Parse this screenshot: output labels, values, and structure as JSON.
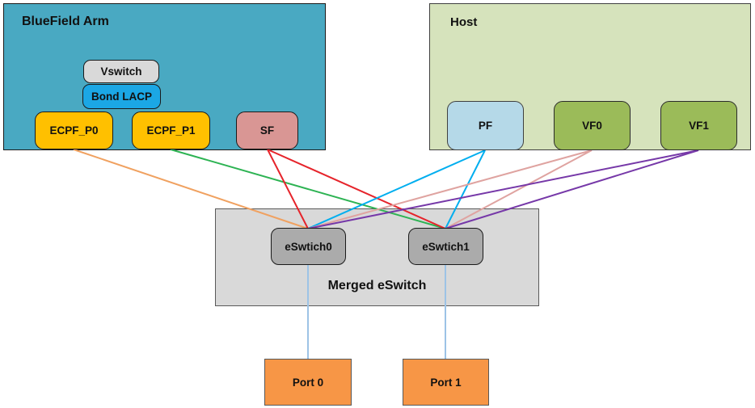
{
  "bluefield": {
    "title": "BlueField Arm"
  },
  "host": {
    "title": "Host"
  },
  "merged": {
    "title": "Merged eSwitch"
  },
  "nodes": {
    "vswitch": "Vswitch",
    "bond_lacp": "Bond LACP",
    "ecpf_p0": "ECPF_P0",
    "ecpf_p1": "ECPF_P1",
    "sf": "SF",
    "pf": "PF",
    "vf0": "VF0",
    "vf1": "VF1",
    "eswitch0": "eSwtich0",
    "eswitch1": "eSwtich1",
    "port0": "Port 0",
    "port1": "Port 1"
  },
  "colors": {
    "bluefield_fill": "#49A9C2",
    "host_fill": "#D6E3BC",
    "merged_fill": "#D9D9D9",
    "vswitch_fill": "#D9D9D9",
    "bond_lacp_fill": "#1BA7E5",
    "ecpf_fill": "#FFC000",
    "sf_fill": "#D99694",
    "pf_fill": "#B5D9E8",
    "vf_fill": "#9BBB59",
    "eswitch_fill": "#ABABAB",
    "port_fill": "#F79646",
    "edge_orange": "#F0A160",
    "edge_green": "#2DB353",
    "edge_red": "#E6242B",
    "edge_cyan": "#00AEEF",
    "edge_salmon": "#DFA3A0",
    "edge_purple": "#7638A8",
    "edge_portlink": "#9DC3E6"
  },
  "edges": [
    {
      "from": "ecpf_p0",
      "to": "eswitch0",
      "color": "#F0A160"
    },
    {
      "from": "ecpf_p1",
      "to": "eswitch1",
      "color": "#2DB353"
    },
    {
      "from": "sf",
      "to": "eswitch0",
      "color": "#E6242B"
    },
    {
      "from": "sf",
      "to": "eswitch1",
      "color": "#E6242B"
    },
    {
      "from": "pf",
      "to": "eswitch0",
      "color": "#00AEEF"
    },
    {
      "from": "pf",
      "to": "eswitch1",
      "color": "#00AEEF"
    },
    {
      "from": "vf0",
      "to": "eswitch0",
      "color": "#DFA3A0"
    },
    {
      "from": "vf0",
      "to": "eswitch1",
      "color": "#DFA3A0"
    },
    {
      "from": "vf1",
      "to": "eswitch0",
      "color": "#7638A8"
    },
    {
      "from": "vf1",
      "to": "eswitch1",
      "color": "#7638A8"
    },
    {
      "from": "eswitch0",
      "to": "port0",
      "color": "#9DC3E6"
    },
    {
      "from": "eswitch1",
      "to": "port1",
      "color": "#9DC3E6"
    }
  ]
}
